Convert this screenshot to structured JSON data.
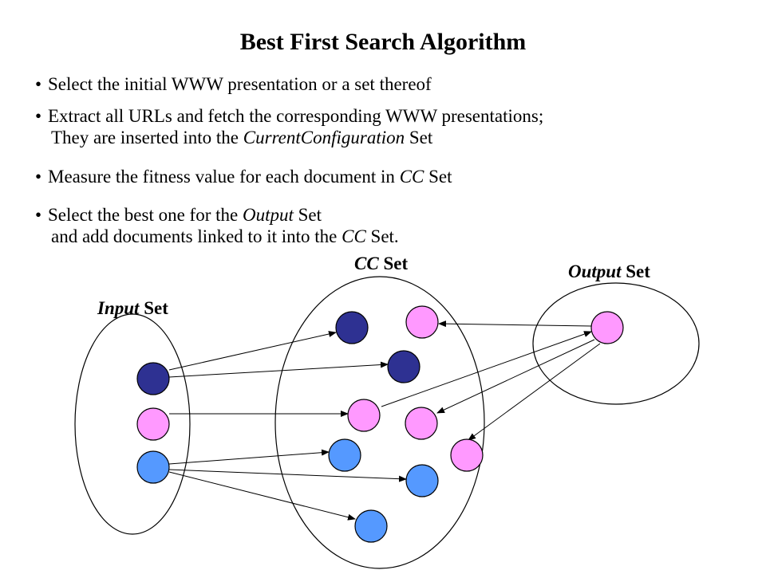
{
  "title": "Best First Search Algorithm",
  "bullets": [
    {
      "bullet": "•",
      "l1a": "Select the initial WWW presentation or a set thereof"
    },
    {
      "bullet": "•",
      "l1a": "Extract all URLs and fetch the corresponding WWW presentations;",
      "l2a": "They are inserted into the ",
      "l2i": "CurrentConfiguration",
      "l2b": " Set"
    },
    {
      "bullet": "•",
      "l1a": "Measure the fitness value for each document in ",
      "l1i": "CC",
      "l1b": " Set"
    },
    {
      "bullet": "•",
      "l1a": "Select the best one for the ",
      "l1i": "Output",
      "l1b": " Set",
      "l2a": "and add documents linked to it into the ",
      "l2i": "CC",
      "l2b": " Set."
    }
  ],
  "sets": {
    "input": {
      "italic": "Input",
      "rest": " Set"
    },
    "cc": {
      "italic": "CC",
      "rest": " Set"
    },
    "output": {
      "italic": "Output",
      "rest": " Set"
    }
  },
  "colors": {
    "dark_blue": "#2e3192",
    "pink": "#ff99ff",
    "light_blue": "#5599ff",
    "stroke": "#000000"
  }
}
